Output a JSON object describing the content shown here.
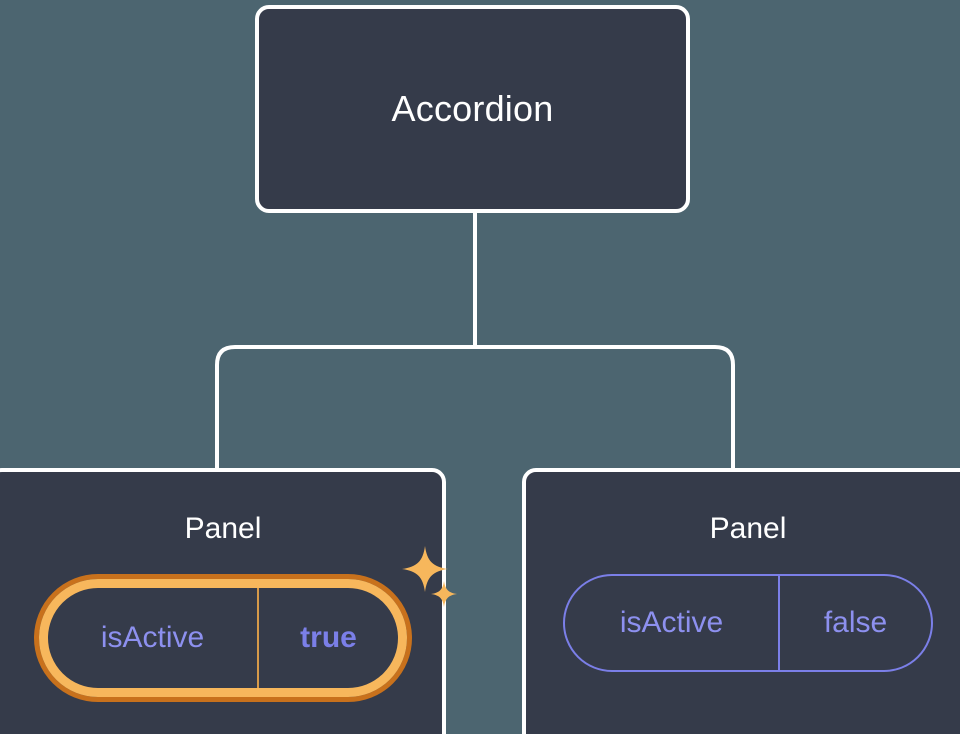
{
  "diagram": {
    "type": "component-tree",
    "background_color": "#4c6570",
    "node_fill_color": "#353b4a",
    "node_border_color": "#ffffff",
    "connector_color": "#ffffff",
    "prop_text_color": "#8d90ef",
    "prop_border_color": "#7b7fe8",
    "highlight_outer_color": "#c8711c",
    "highlight_inner_color": "#f7b75c",
    "root": {
      "label": "Accordion"
    },
    "children": [
      {
        "label": "Panel",
        "highlighted": true,
        "prop": {
          "key": "isActive",
          "value": "true"
        },
        "sparkles": [
          "sparkle-large-icon",
          "sparkle-small-icon"
        ]
      },
      {
        "label": "Panel",
        "highlighted": false,
        "prop": {
          "key": "isActive",
          "value": "false"
        }
      }
    ]
  }
}
